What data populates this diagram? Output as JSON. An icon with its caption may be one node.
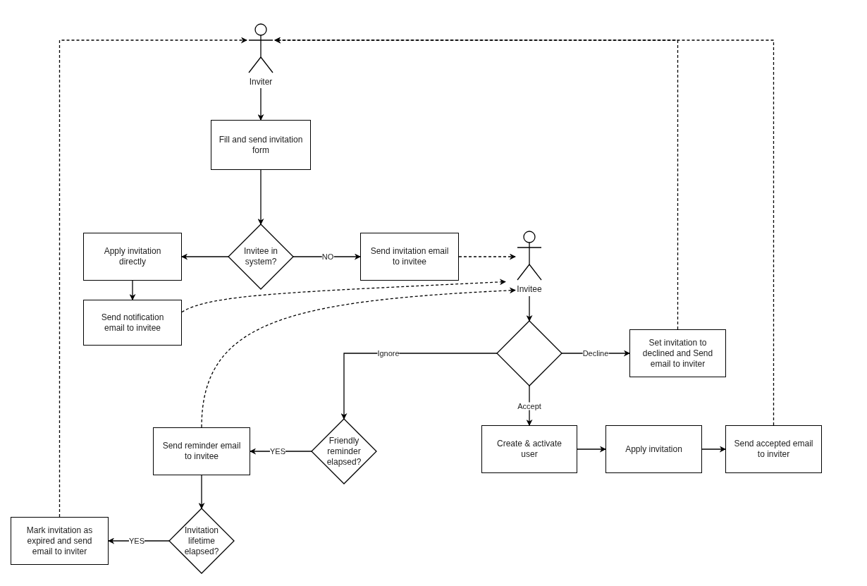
{
  "diagram": {
    "nodes": [
      {
        "text": [
          "Inviter"
        ]
      },
      {
        "text": [
          "Fill and send invitation form"
        ]
      },
      {
        "text": [
          "Invitee in system?"
        ]
      },
      {
        "text": [
          "Apply invitation directly"
        ]
      },
      {
        "text": [
          "Send invitation email to invitee"
        ]
      },
      {
        "text": [
          "Send notification email to invitee"
        ]
      },
      {
        "text": [
          "Invitee"
        ]
      },
      {
        "text": [],
        "shape": "diamond"
      },
      {
        "text": [
          "Set invitation to declined and Send email to inviter"
        ]
      },
      {
        "text": [
          "Friendly reminder elapsed?"
        ]
      },
      {
        "text": [
          "Send reminder email to invitee"
        ]
      },
      {
        "text": [
          "Create & activate user"
        ]
      },
      {
        "text": [
          "Apply invitation"
        ]
      },
      {
        "text": [
          "Send accepted email to inviter"
        ]
      },
      {
        "text": [
          "Invitation lifetime elapsed?"
        ]
      },
      {
        "text": [
          "Mark invitation as expired and send email to inviter"
        ]
      }
    ],
    "edges": [
      {
        "from": 0,
        "to": 1,
        "arrow": "to"
      },
      {
        "from": 1,
        "to": 2,
        "arrow": "to"
      },
      {
        "from": 2,
        "to": 3,
        "arrow": "to"
      },
      {
        "from": 2,
        "to": 4,
        "arrow": "to",
        "label": "NO"
      },
      {
        "from": 3,
        "to": 5,
        "arrow": "to"
      },
      {
        "from": 4,
        "to": 6,
        "arrow": "to",
        "style": "dashed"
      },
      {
        "from": 5,
        "to": 6,
        "arrow": "to",
        "style": "dashed"
      },
      {
        "from": 10,
        "to": 6,
        "arrow": "to",
        "style": "dashed"
      },
      {
        "from": 6,
        "to": 7,
        "arrow": "to"
      },
      {
        "from": 7,
        "to": 8,
        "arrow": "to",
        "label": "Decline"
      },
      {
        "from": 7,
        "to": 9,
        "arrow": "to",
        "label": "Ignore"
      },
      {
        "from": 7,
        "to": 11,
        "arrow": "to",
        "label": "Accept"
      },
      {
        "from": 9,
        "to": 10,
        "arrow": "to",
        "label": "YES"
      },
      {
        "from": 11,
        "to": 12,
        "arrow": "to"
      },
      {
        "from": 12,
        "to": 13,
        "arrow": "to"
      },
      {
        "from": 10,
        "to": 14,
        "arrow": "to"
      },
      {
        "from": 14,
        "to": 15,
        "arrow": "to",
        "label": "YES"
      },
      {
        "from": 15,
        "to": 0,
        "arrow": "to",
        "style": "dashed"
      },
      {
        "from": 8,
        "to": 0,
        "arrow": "to",
        "style": "dashed"
      },
      {
        "from": 13,
        "to": 0,
        "arrow": "to",
        "style": "dashed"
      }
    ]
  }
}
